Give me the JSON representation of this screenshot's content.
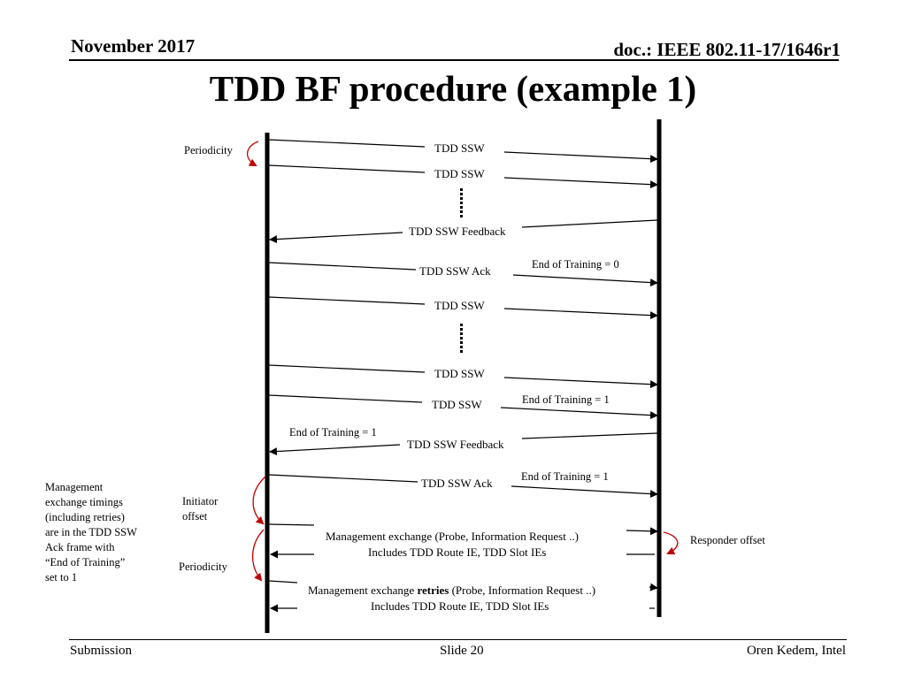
{
  "header": {
    "date": "November 2017",
    "doc": "doc.: IEEE 802.11-17/1646r1"
  },
  "title": "TDD BF procedure (example 1)",
  "messages": {
    "ssw1": "TDD SSW",
    "ssw2": "TDD SSW",
    "feedback1": "TDD SSW Feedback",
    "ack1": "TDD SSW Ack",
    "ssw3": "TDD SSW",
    "ssw4": "TDD SSW",
    "ssw5": "TDD SSW",
    "feedback2": "TDD SSW Feedback",
    "ack2": "TDD SSW Ack",
    "mgmt1_line1": "Management exchange (Probe, Information Request ..)",
    "mgmt1_line2": "Includes TDD Route IE, TDD Slot IEs",
    "mgmt2_prefix": "Management exchange ",
    "mgmt2_bold": "retries",
    "mgmt2_suffix": " (Probe, Information Request ..)",
    "mgmt2_line2": "Includes TDD Route IE, TDD Slot IEs"
  },
  "annotations": {
    "periodicity_top": "Periodicity",
    "eot0": "End of Training = 0",
    "eot1_a": "End of Training = 1",
    "eot1_b": "End of Training = 1",
    "eot1_c": "End of Training = 1",
    "initiator_offset_1": "Initiator",
    "initiator_offset_2": "offset",
    "periodicity_bottom": "Periodicity",
    "responder_offset": "Responder offset",
    "side_note": [
      "Management",
      "exchange timings",
      "(including retries)",
      "are in the TDD SSW",
      "Ack frame with",
      "“End of Training”",
      "set to 1"
    ]
  },
  "footer": {
    "left": "Submission",
    "center": "Slide 20",
    "right": "Oren Kedem, Intel"
  },
  "colors": {
    "curve_arrow": "#c00000",
    "line": "#000000"
  }
}
